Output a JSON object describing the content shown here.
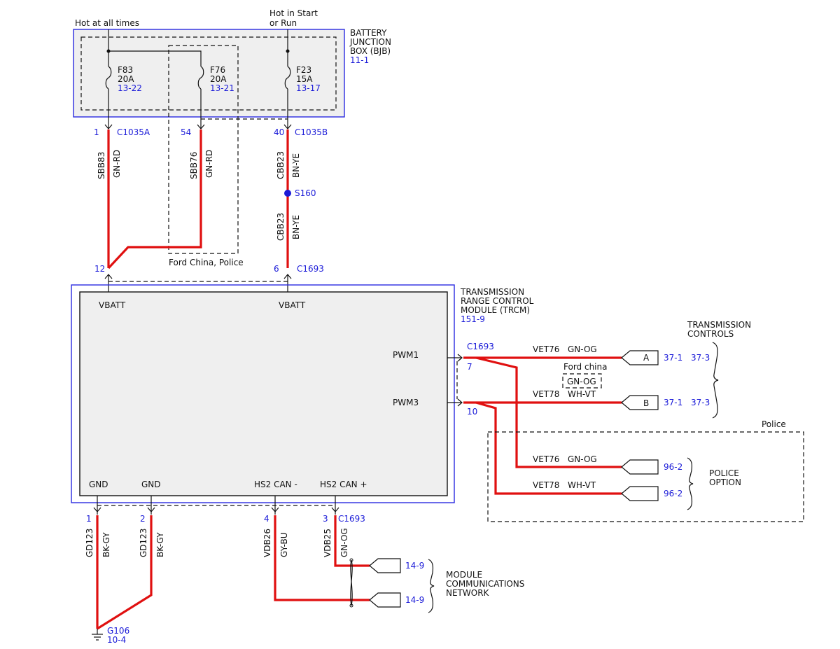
{
  "power": {
    "hot_always": "Hot at all times",
    "hot_start_line1": "Hot in Start",
    "hot_start_line2": "or Run"
  },
  "bjb": {
    "title_line1": "BATTERY",
    "title_line2": "JUNCTION",
    "title_line3": "BOX (BJB)",
    "ref": "11-1",
    "fuses": [
      {
        "name": "F83",
        "rating": "20A",
        "ref": "13-22"
      },
      {
        "name": "F76",
        "rating": "20A",
        "ref": "13-21"
      },
      {
        "name": "F23",
        "rating": "15A",
        "ref": "13-17"
      }
    ]
  },
  "bjb_pins": [
    {
      "pin": "1",
      "connector": "C1035A"
    },
    {
      "pin": "54",
      "connector": ""
    },
    {
      "pin": "40",
      "connector": "C1035B"
    }
  ],
  "upper_wires": [
    {
      "circuit": "SBB83",
      "color": "GN-RD"
    },
    {
      "circuit": "SBB76",
      "color": "GN-RD"
    },
    {
      "circuit": "CBB23",
      "color": "BN-YE"
    },
    {
      "circuit": "CBB23",
      "color": "BN-YE"
    }
  ],
  "splice": {
    "name": "S160"
  },
  "option_label": "Ford China, Police",
  "trcm_top_pins": [
    {
      "pin": "12",
      "connector": ""
    },
    {
      "pin": "6",
      "connector": "C1693"
    }
  ],
  "trcm": {
    "title_line1": "TRANSMISSION",
    "title_line2": "RANGE CONTROL",
    "title_line3": "MODULE (TRCM)",
    "ref": "151-9",
    "vbatt1": "VBATT",
    "vbatt2": "VBATT",
    "pwm1": "PWM1",
    "pwm3": "PWM3",
    "gnd1": "GND",
    "gnd2": "GND",
    "can_minus": "HS2 CAN -",
    "can_plus": "HS2 CAN +"
  },
  "right_side": {
    "connector": "C1693",
    "pin_pwm1": "7",
    "pin_pwm3": "10",
    "group_title_line1": "TRANSMISSION",
    "group_title_line2": "CONTROLS",
    "ford_china": "Ford china",
    "ford_china_color": "GN-OG",
    "police": "Police",
    "police_option_line1": "POLICE",
    "police_option_line2": "OPTION",
    "wires": [
      {
        "circuit": "VET76",
        "color": "GN-OG",
        "conn": "A",
        "ref1": "37-1",
        "ref2": "37-3"
      },
      {
        "circuit": "VET78",
        "color": "WH-VT",
        "conn": "B",
        "ref1": "37-1",
        "ref2": "37-3"
      },
      {
        "circuit": "VET76",
        "color": "GN-OG",
        "conn": "",
        "ref1": "96-2",
        "ref2": ""
      },
      {
        "circuit": "VET78",
        "color": "WH-VT",
        "conn": "",
        "ref1": "96-2",
        "ref2": ""
      }
    ]
  },
  "bottom_pins": [
    {
      "pin": "1",
      "connector": ""
    },
    {
      "pin": "2",
      "connector": ""
    },
    {
      "pin": "4",
      "connector": ""
    },
    {
      "pin": "3",
      "connector": "C1693"
    }
  ],
  "bottom_wires": [
    {
      "circuit": "GD123",
      "color": "BK-GY"
    },
    {
      "circuit": "GD123",
      "color": "BK-GY"
    },
    {
      "circuit": "VDB26",
      "color": "GY-BU"
    },
    {
      "circuit": "VDB25",
      "color": "GN-OG"
    }
  ],
  "ground": {
    "name": "G106",
    "ref": "10-4"
  },
  "network": {
    "ref1": "14-9",
    "ref2": "14-9",
    "title_line1": "MODULE",
    "title_line2": "COMMUNICATIONS",
    "title_line3": "NETWORK"
  }
}
